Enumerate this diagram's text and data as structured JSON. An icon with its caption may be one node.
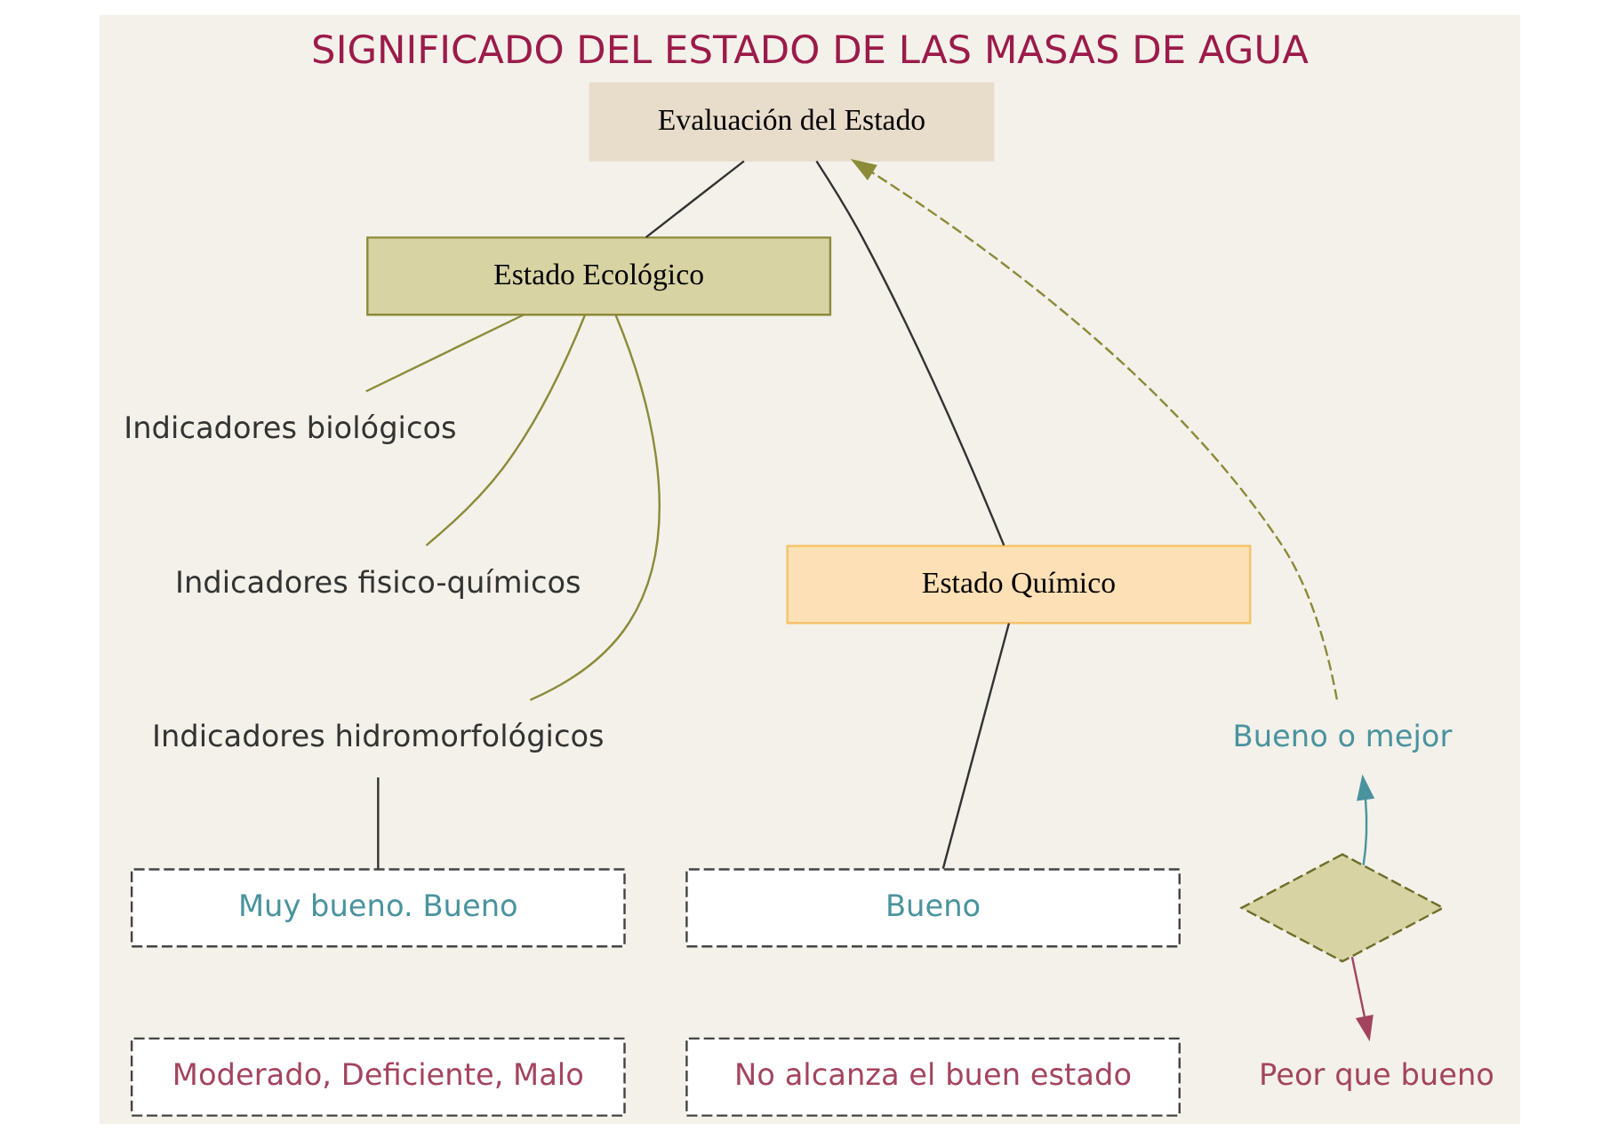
{
  "diagram": {
    "title": "SIGNIFICADO DEL ESTADO DE LAS MASAS DE AGUA",
    "nodes": [
      {
        "text": [
          "Evaluación del Estado"
        ]
      },
      {
        "text": [
          "Estado Ecológico"
        ]
      },
      {
        "text": [
          "Estado Químico"
        ]
      },
      {
        "text": [
          "Indicadores biológicos"
        ]
      },
      {
        "text": [
          "Indicadores fisico-químicos"
        ]
      },
      {
        "text": [
          "Indicadores hidromorfológicos"
        ]
      },
      {
        "text": [
          "Muy bueno. Bueno"
        ]
      },
      {
        "text": [
          "Moderado, Deficiente, Malo"
        ]
      },
      {
        "text": [
          "Bueno"
        ]
      },
      {
        "text": [
          "No alcanza el buen estado"
        ]
      },
      {
        "text": [],
        "shape": "diamond"
      },
      {
        "text": [
          "Bueno o mejor"
        ]
      },
      {
        "text": [
          "Peor que bueno"
        ]
      }
    ],
    "edges": [
      {
        "from": 0,
        "to": 1,
        "arrow": "none"
      },
      {
        "from": 0,
        "to": 2,
        "arrow": "none"
      },
      {
        "from": 1,
        "to": 3,
        "arrow": "none",
        "color": "#8b8b3a"
      },
      {
        "from": 1,
        "to": 4,
        "arrow": "none",
        "color": "#8b8b3a"
      },
      {
        "from": 1,
        "to": 5,
        "arrow": "none",
        "color": "#8b8b3a"
      },
      {
        "from": 5,
        "to": 6,
        "arrow": "none"
      },
      {
        "from": 2,
        "to": 8,
        "arrow": "none"
      },
      {
        "from": 10,
        "to": 11,
        "arrow": "to",
        "color": "#4a939e"
      },
      {
        "from": 10,
        "to": 12,
        "arrow": "to",
        "color": "#a3445f"
      },
      {
        "from": 11,
        "to": 0,
        "arrow": "to",
        "style": "dashed",
        "color": "#8b8b3a"
      }
    ]
  }
}
